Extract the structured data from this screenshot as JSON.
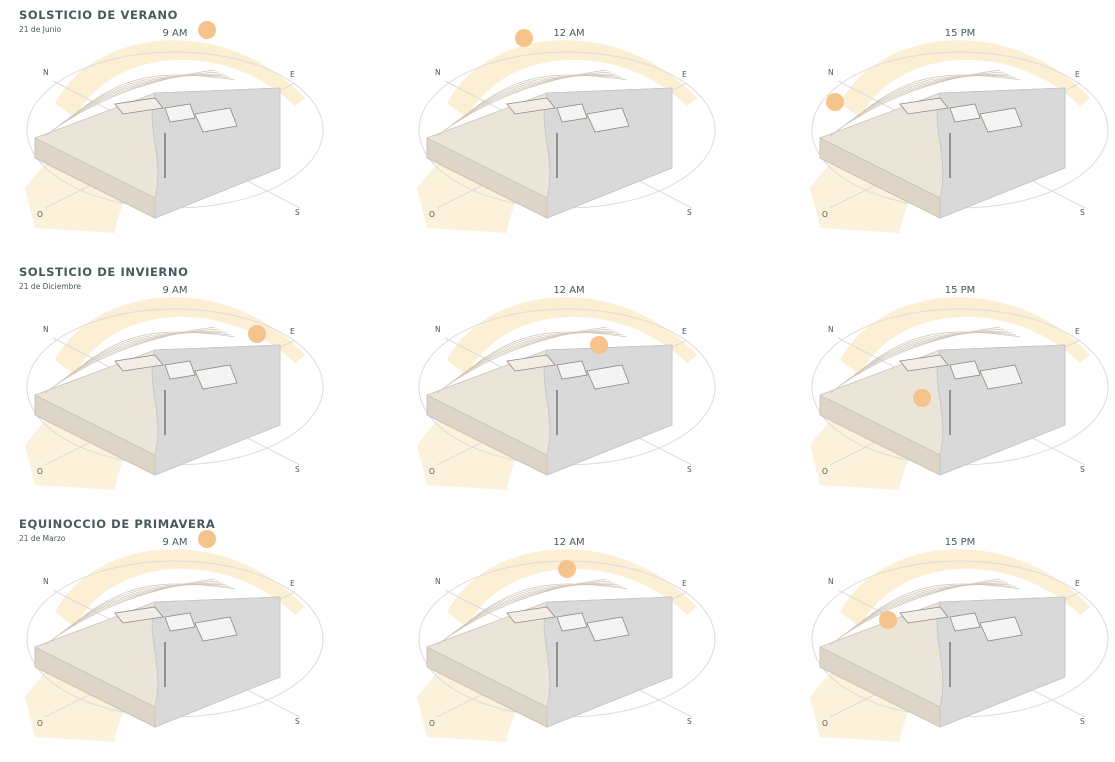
{
  "colors": {
    "sun": "#f6c38c",
    "sun_path": "#fbeccc",
    "terrain_light": "#ebe4d8",
    "terrain_shade": "#d9d9d9",
    "compass_circle": "#dcdcdc",
    "text": "#48585b"
  },
  "compass": {
    "north": "N",
    "east": "E",
    "south": "S",
    "west": "O"
  },
  "rows": [
    {
      "title": "SOLSTICIO DE VERANO",
      "date": "21 de Junio",
      "panels": [
        {
          "time": "9 AM",
          "sun_position": "high-east"
        },
        {
          "time": "12 AM",
          "sun_position": "upper-north-west"
        },
        {
          "time": "15 PM",
          "sun_position": "west-north"
        }
      ]
    },
    {
      "title": "SOLSTICIO DE INVIERNO",
      "date": "21 de Diciembre",
      "panels": [
        {
          "time": "9 AM",
          "sun_position": "east"
        },
        {
          "time": "12 AM",
          "sun_position": "center-east"
        },
        {
          "time": "15 PM",
          "sun_position": "center-south"
        }
      ]
    },
    {
      "title": "EQUINOCCIO DE PRIMAVERA",
      "date": "21 de Marzo",
      "panels": [
        {
          "time": "9 AM",
          "sun_position": "high-east"
        },
        {
          "time": "12 AM",
          "sun_position": "top-center"
        },
        {
          "time": "15 PM",
          "sun_position": "north-west"
        }
      ]
    }
  ]
}
